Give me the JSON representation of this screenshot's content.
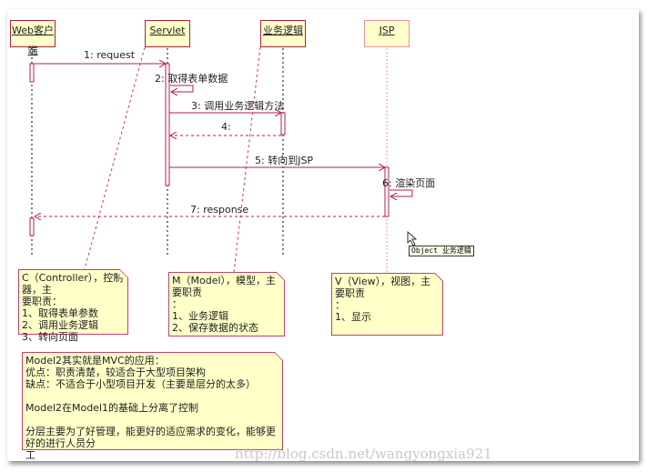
{
  "lifelines": [
    "Web客户端",
    "Servlet",
    "业务逻辑",
    "JSP"
  ],
  "messages": [
    "1: request",
    "2: 取得表单数据",
    "3: 调用业务逻辑方法",
    "4:",
    "5: 转向到JSP",
    "6: 渲染页面",
    "7: response"
  ],
  "notes": {
    "controller": "C（Controller），控制器，主\n要职责：\n1、取得表单参数\n2、调用业务逻辑\n3、转向页面",
    "model": "M（Model），模型，主要职责\n：\n1、业务逻辑\n2、保存数据的状态",
    "view": "V（View），视图，主要职责\n：\n1、显示",
    "summary": "Model2其实就是MVC的应用：\n优点：职责清楚，较适合于大型项目架构\n缺点：不适合于小型项目开发（主要是层分的太多）\n\nModel2在Model1的基础上分离了控制\n\n分层主要为了好管理，能更好的适应需求的变化，能够更好的进行人员分\n工"
  },
  "tooltip": "Object 业务逻辑",
  "watermark": "http://blog.csdn.net/wangyongxia921",
  "colors": {
    "line": "#b0204a",
    "fill": "#ffffc8"
  }
}
